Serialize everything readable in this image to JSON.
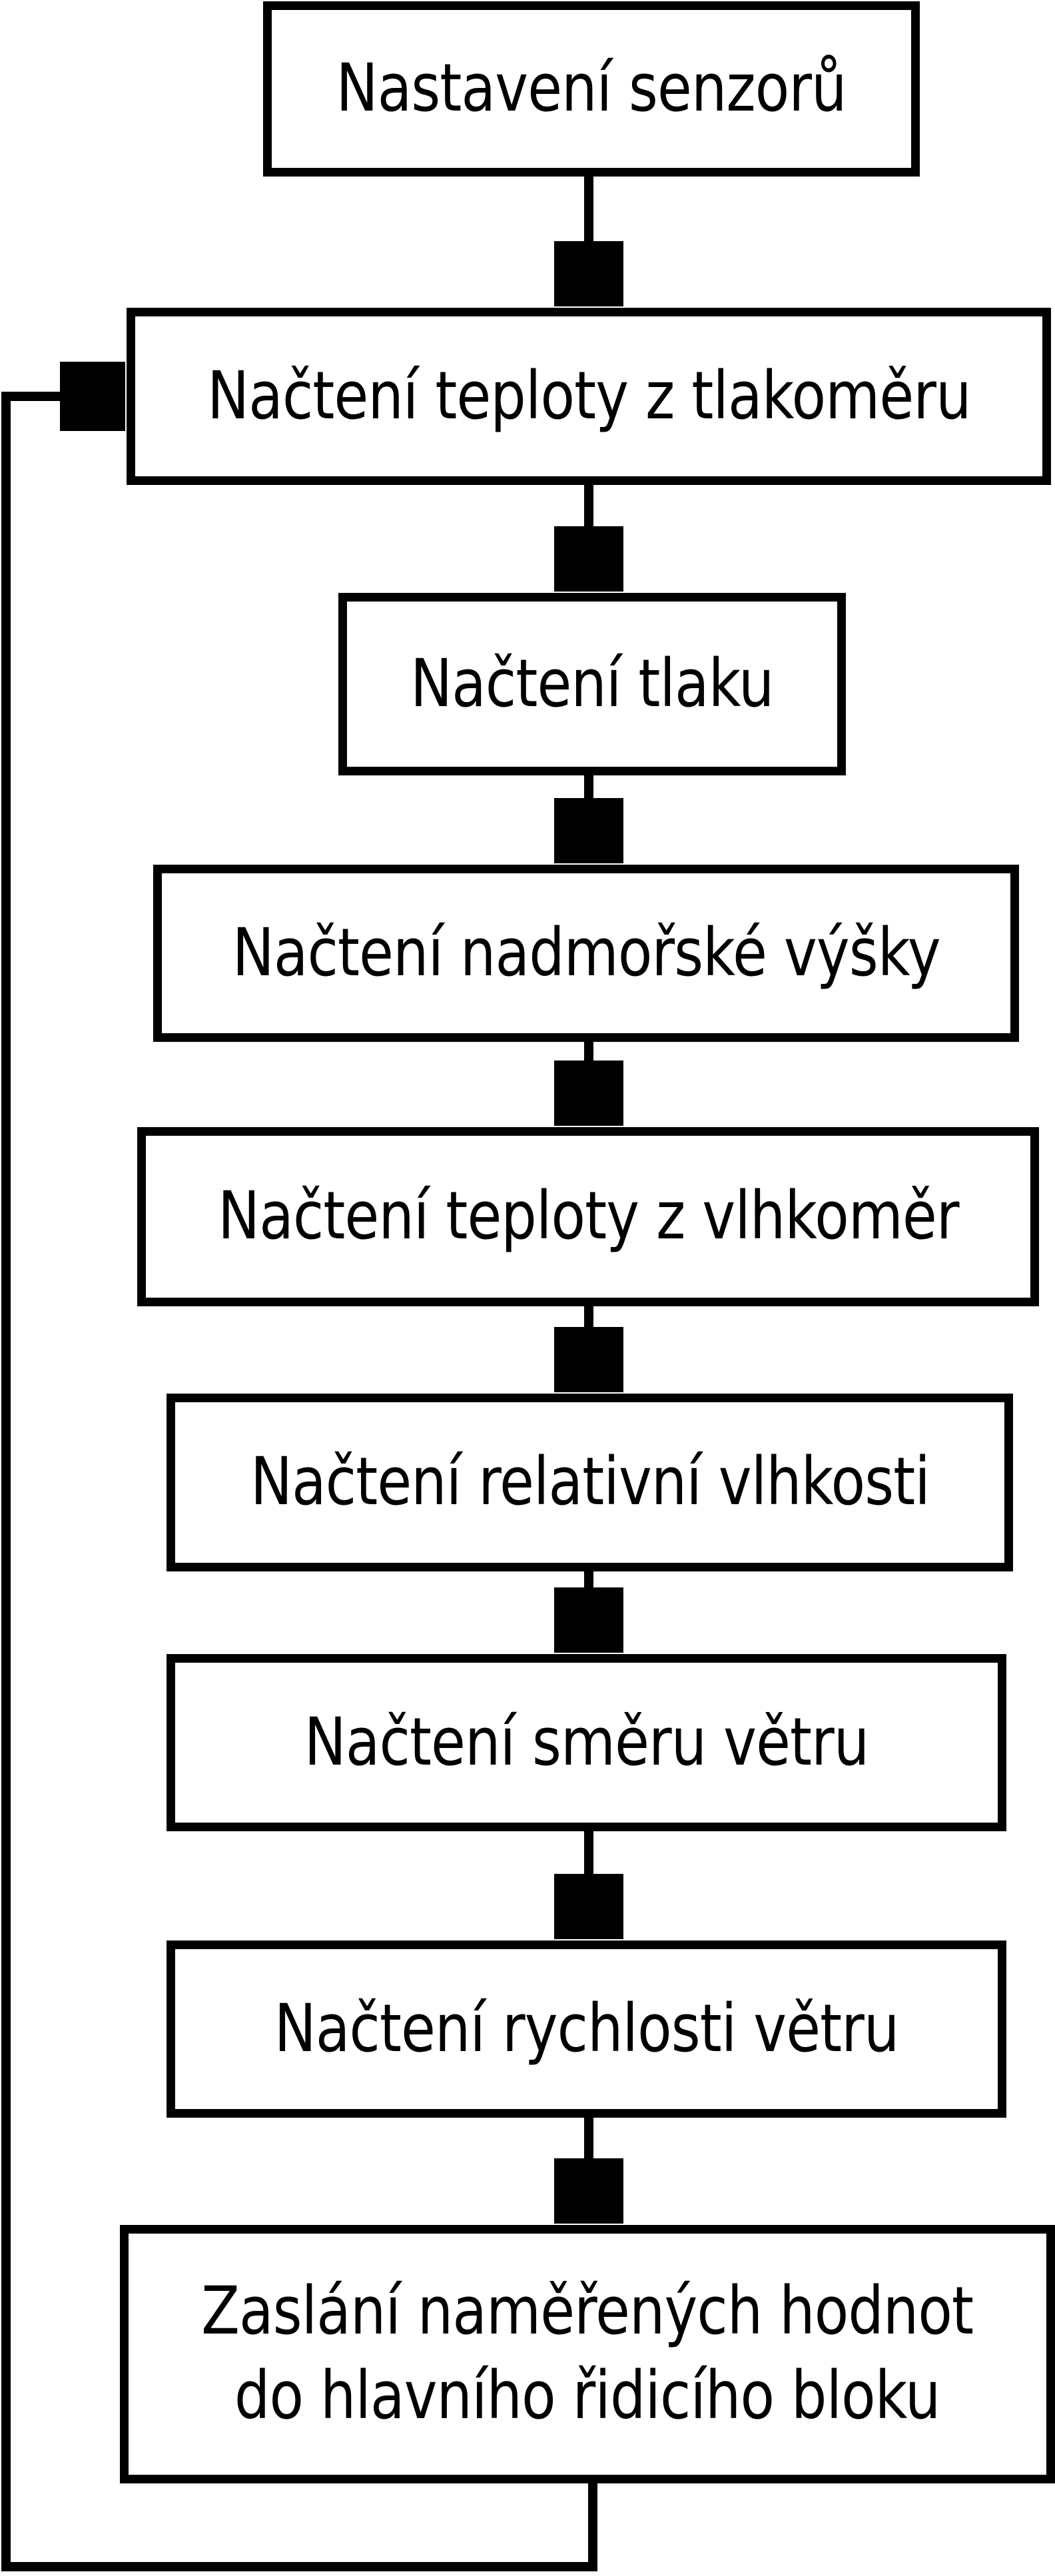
{
  "diagram": {
    "type": "flowchart",
    "language": "cs",
    "colors": {
      "ink": "#000000",
      "paper": "#ffffff"
    },
    "nodes": [
      {
        "id": "nastaveni-senzoru",
        "lines": [
          "Nastavení senzorů"
        ]
      },
      {
        "id": "nacteni-teploty-tlakomer",
        "lines": [
          "Načtení teploty z tlakoměru"
        ]
      },
      {
        "id": "nacteni-tlaku",
        "lines": [
          "Načtení tlaku"
        ]
      },
      {
        "id": "nacteni-nadmorske-vysky",
        "lines": [
          "Načtení nadmořské výšky"
        ]
      },
      {
        "id": "nacteni-teploty-vlhkomer",
        "lines": [
          "Načtení teploty z vlhkoměr"
        ]
      },
      {
        "id": "nacteni-relativni-vlhkosti",
        "lines": [
          "Načtení relativní vlhkosti"
        ]
      },
      {
        "id": "nacteni-smeru-vetru",
        "lines": [
          "Načtení směru větru"
        ]
      },
      {
        "id": "nacteni-rychlosti-vetru",
        "lines": [
          "Načtení rychlosti větru"
        ]
      },
      {
        "id": "zaslani-hodnot",
        "lines": [
          "Zaslání naměřených hodnot",
          "do hlavního řidicího bloku"
        ]
      }
    ],
    "edges": [
      {
        "from": "nastaveni-senzoru",
        "to": "nacteni-teploty-tlakomer",
        "kind": "arrow-down"
      },
      {
        "from": "nacteni-teploty-tlakomer",
        "to": "nacteni-tlaku",
        "kind": "arrow-down"
      },
      {
        "from": "nacteni-tlaku",
        "to": "nacteni-nadmorske-vysky",
        "kind": "arrow-down"
      },
      {
        "from": "nacteni-nadmorske-vysky",
        "to": "nacteni-teploty-vlhkomer",
        "kind": "arrow-down"
      },
      {
        "from": "nacteni-teploty-vlhkomer",
        "to": "nacteni-relativni-vlhkosti",
        "kind": "arrow-down"
      },
      {
        "from": "nacteni-relativni-vlhkosti",
        "to": "nacteni-smeru-vetru",
        "kind": "arrow-down"
      },
      {
        "from": "nacteni-smeru-vetru",
        "to": "nacteni-rychlosti-vetru",
        "kind": "arrow-down"
      },
      {
        "from": "nacteni-rychlosti-vetru",
        "to": "zaslani-hodnot",
        "kind": "arrow-down"
      },
      {
        "from": "zaslani-hodnot",
        "to": "nacteni-teploty-tlakomer",
        "kind": "loop-back-left"
      }
    ]
  }
}
